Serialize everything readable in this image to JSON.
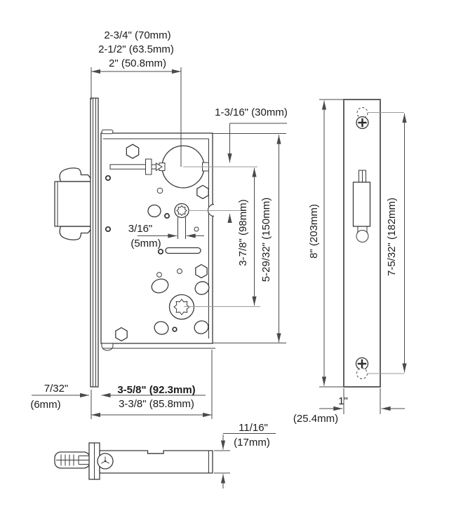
{
  "labels": {
    "backset_a": "2-3/4\" (70mm)",
    "backset_b": "2-1/2\" (63.5mm)",
    "backset_c": "2\" (50.8mm)",
    "cyl_to_hub": "1-3/16\" (30mm)",
    "hub_slot_in": "3/16\"",
    "hub_slot_mm": "(5mm)",
    "front_thickness_in": "7/32\"",
    "front_thickness_mm": "(6mm)",
    "depth_overall": "3-5/8\" (92.3mm)",
    "depth_case": "3-3/8\" (85.8mm)",
    "hub_spacing": "3-7/8\" (98mm)",
    "case_height": "5-29/32\" (150mm)",
    "faceplate_height": "8\" (203mm)",
    "screw_spacing": "7-5/32\" (182mm)",
    "faceplate_width_in": "1\"",
    "faceplate_width_mm": "(25.4mm)",
    "case_thickness_in": "11/16\"",
    "case_thickness_mm": "(17mm)"
  },
  "colors": {
    "line": "#3a3a3a",
    "dimension": "#4a4a4a",
    "leader": "#9a9a9a",
    "text": "#1b1b1b",
    "background": "#ffffff"
  }
}
